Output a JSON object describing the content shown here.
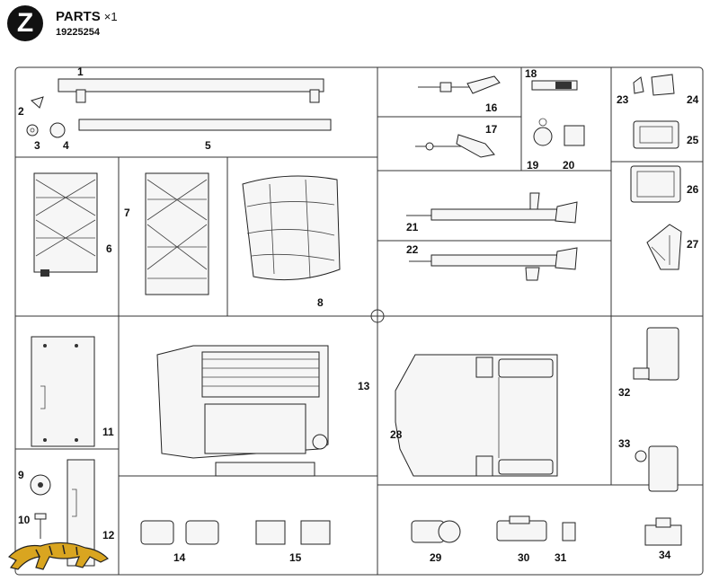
{
  "header": {
    "badge_letter": "Z",
    "title": "PARTS",
    "multiplier": "×1",
    "code": "19225254"
  },
  "part_numbers": [
    "1",
    "2",
    "3",
    "4",
    "5",
    "6",
    "7",
    "8",
    "9",
    "10",
    "11",
    "12",
    "13",
    "14",
    "15",
    "16",
    "17",
    "18",
    "19",
    "20",
    "21",
    "22",
    "23",
    "24",
    "25",
    "26",
    "27",
    "28",
    "29",
    "30",
    "31",
    "32",
    "33",
    "34"
  ],
  "colors": {
    "frame": "#333333",
    "logo_fill": "#d9a520"
  },
  "logo": {
    "name": "tiger-logo"
  }
}
